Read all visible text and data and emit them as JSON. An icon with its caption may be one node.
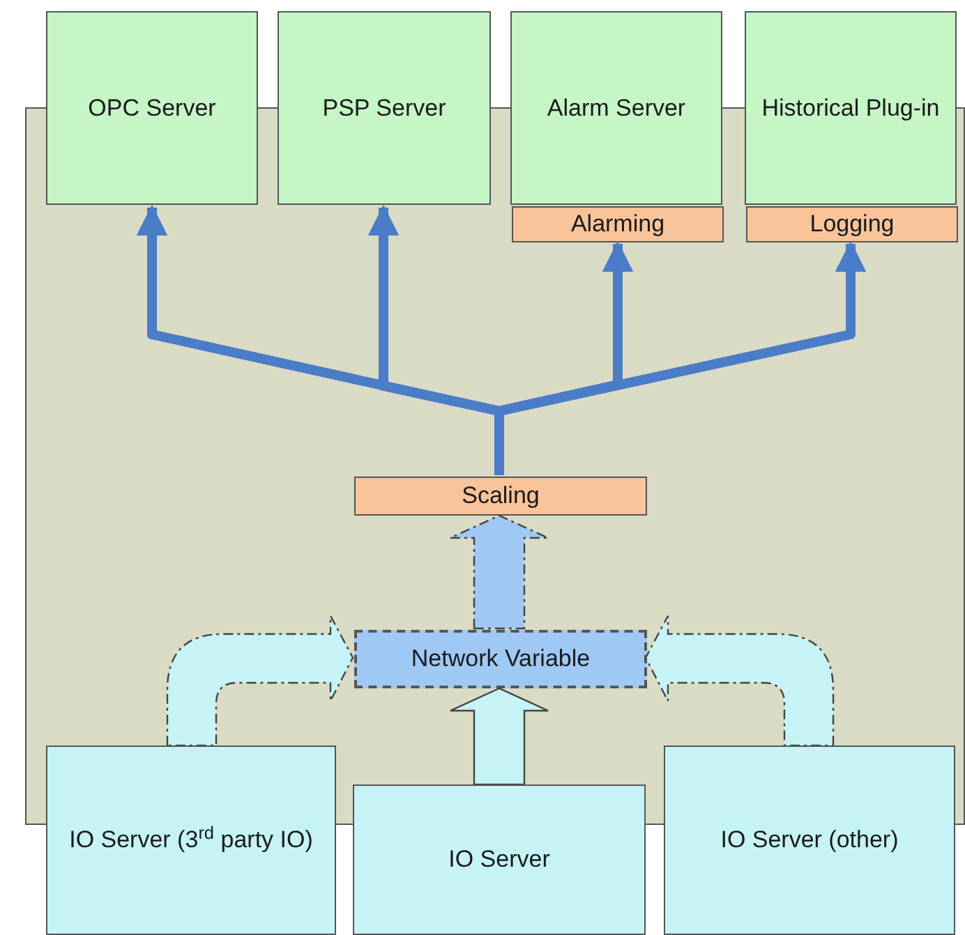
{
  "diagram": {
    "nodes": [
      {
        "text": [],
        "shape": "box"
      },
      {
        "text": [
          "OPC Server"
        ]
      },
      {
        "text": [
          "PSP Server"
        ]
      },
      {
        "text": [
          "Alarm Server"
        ]
      },
      {
        "text": [
          "Alarming"
        ],
        "in": 0
      },
      {
        "text": [
          "Historical Plug-in"
        ]
      },
      {
        "text": [
          "Logging"
        ],
        "in": 0
      },
      {
        "text": [
          "Scaling"
        ],
        "in": 0
      },
      {
        "text": [
          "Network Variable"
        ],
        "in": 0
      },
      {
        "text": [
          "IO Server (3$^{rd}$ party IO)"
        ]
      },
      {
        "text": [
          "IO Server"
        ]
      },
      {
        "text": [
          "IO Server (other)"
        ]
      }
    ],
    "edges": [
      {
        "from": 7,
        "to": 1,
        "arrow": "to"
      },
      {
        "from": 7,
        "to": 2,
        "arrow": "to"
      },
      {
        "from": 7,
        "to": 4,
        "arrow": "to"
      },
      {
        "from": 7,
        "to": 6,
        "arrow": "to"
      },
      {
        "from": 8,
        "to": 7,
        "arrow": "to",
        "style": "dashed",
        "color": "#a0c8f5"
      },
      {
        "from": 9,
        "to": 8,
        "arrow": "to",
        "style": "dashed"
      },
      {
        "from": 10,
        "to": 8,
        "arrow": "to",
        "style": "thick"
      },
      {
        "from": 11,
        "to": 8,
        "arrow": "to",
        "style": "dashed"
      }
    ]
  }
}
